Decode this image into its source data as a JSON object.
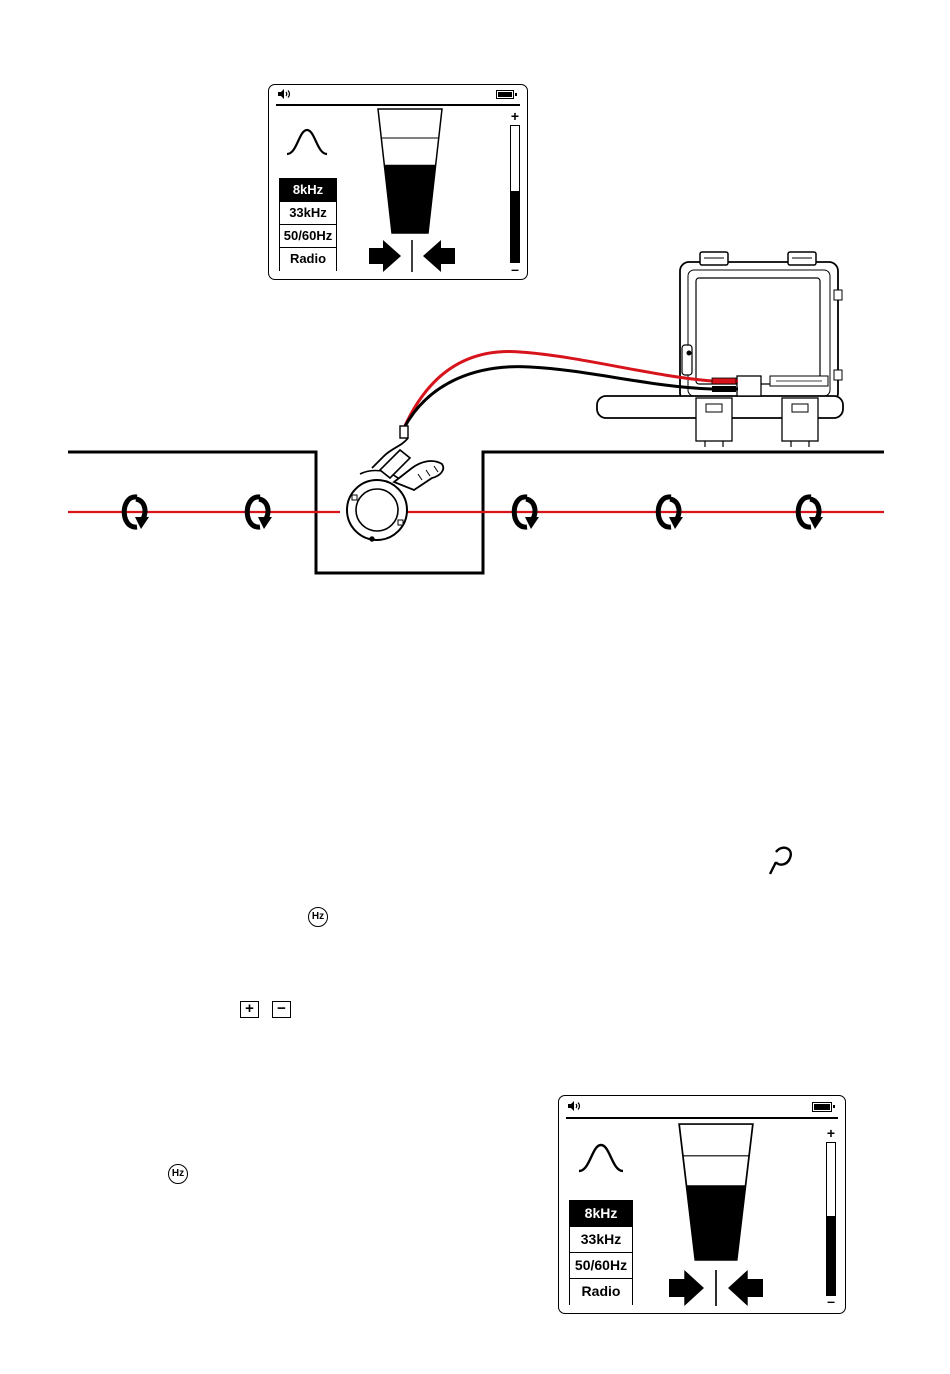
{
  "frequencies": [
    "8kHz",
    "33kHz",
    "50/60Hz",
    "Radio"
  ],
  "selected_frequency": "8kHz",
  "signal_fill_fraction": 0.55,
  "gain_fill_fraction": 0.52,
  "plus_label": "+",
  "minus_label": "–",
  "hz_key_label": "Hz",
  "plus_key": "+",
  "minus_key": "−",
  "colors": {
    "cable_red": "#d7141c",
    "ink": "#000000"
  }
}
